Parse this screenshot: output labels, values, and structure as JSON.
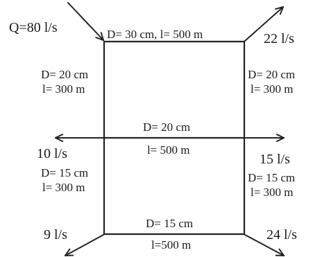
{
  "inflow": {
    "label": "Q=80 l/s"
  },
  "outflows": {
    "top_right": "22 l/s",
    "middle_left": "10 l/s",
    "middle_right": "15 l/s",
    "bottom_left": "9 l/s",
    "bottom_right": "24 l/s"
  },
  "pipes": {
    "top": {
      "text": "D= 30 cm, l= 500 m"
    },
    "left_upper": {
      "diameter": "D= 20 cm",
      "length": "l= 300 m"
    },
    "right_upper": {
      "diameter": "D= 20 cm",
      "length": "l= 300 m"
    },
    "middle": {
      "diameter": "D= 20 cm",
      "length": "l= 500 m"
    },
    "left_lower": {
      "diameter": "D= 15 cm",
      "length": "l= 300 m"
    },
    "right_lower": {
      "diameter": "D= 15 cm",
      "length": "l= 300 m"
    },
    "bottom": {
      "diameter": "D= 15 cm",
      "length": "l=500 m"
    }
  }
}
